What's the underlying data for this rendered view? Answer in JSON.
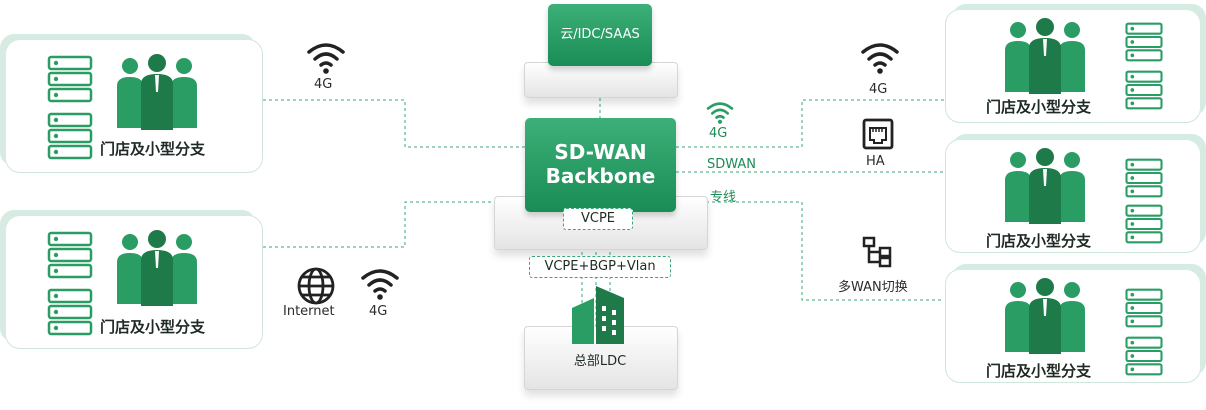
{
  "branch_label": "门店及小型分支",
  "cloud_label": "云/IDC/SAAS",
  "backbone": {
    "line1": "SD-WAN",
    "line2": "Backbone"
  },
  "vcpe_label": "VCPE",
  "vcpe_protocols": "VCPE+BGP+Vlan",
  "hq_label": "总部LDC",
  "links": {
    "left_top_4g": "4G",
    "left_bottom_internet": "Internet",
    "left_bottom_4g": "4G",
    "center_4g": "4G",
    "sdwan": "SDWAN",
    "dedicated_line": "专线",
    "right_4g": "4G",
    "ha": "HA",
    "multi_wan": "多WAN切换"
  },
  "colors": {
    "brand_green": "#2a9d65",
    "dark_green": "#1f7a4a",
    "line_green": "#3aa876"
  },
  "icons": [
    "wifi-icon",
    "globe-icon",
    "ethernet-port-icon",
    "tree-switch-icon",
    "server-rack-icon",
    "people-group-icon",
    "building-icon"
  ]
}
